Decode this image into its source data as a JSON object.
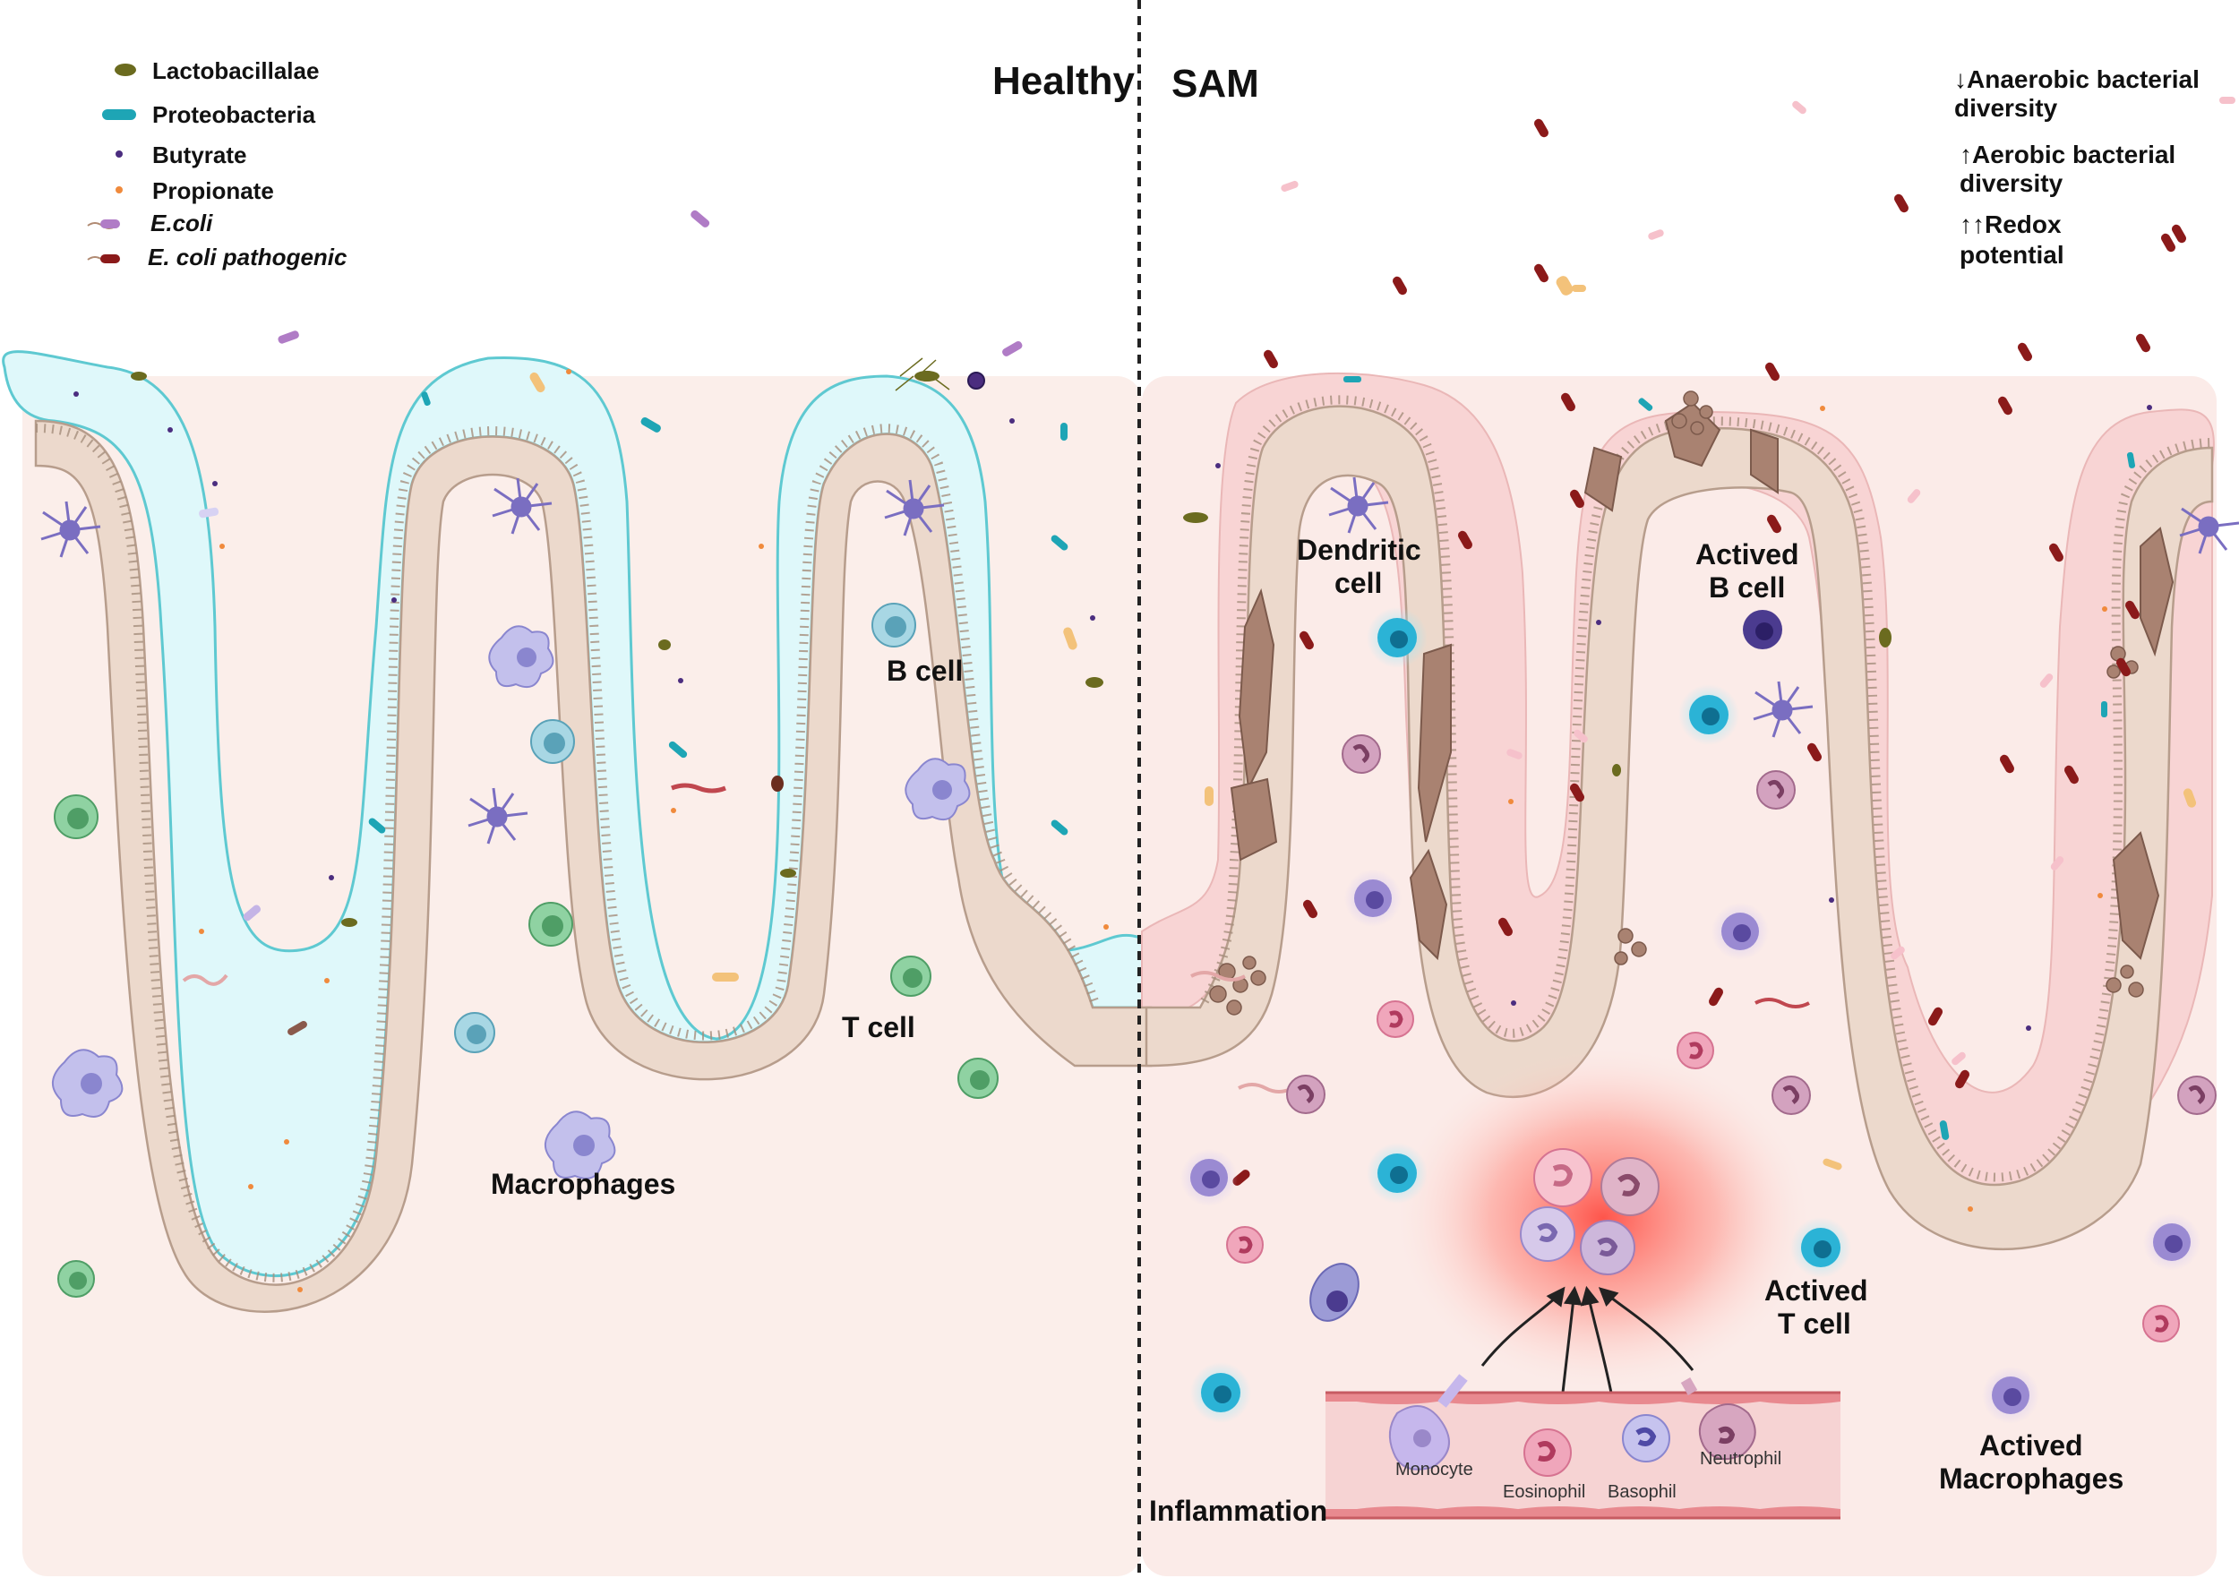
{
  "panels": {
    "left_title": "Healthy",
    "right_title": "SAM"
  },
  "legend": [
    {
      "label": "Lactobacillalae",
      "italic": false,
      "icon": "lactobacillales-icon",
      "color": "#6b6b1f"
    },
    {
      "label": "Proteobacteria",
      "italic": false,
      "icon": "proteobacteria-icon",
      "color": "#1ea5b5"
    },
    {
      "label": "Butyrate",
      "italic": false,
      "icon": "butyrate-dot-icon",
      "color": "#4b2d7f"
    },
    {
      "label": "Propionate",
      "italic": false,
      "icon": "propionate-dot-icon",
      "color": "#f08a3c"
    },
    {
      "label": "E.coli",
      "italic": true,
      "icon": "ecoli-icon",
      "color": "#b07cc6"
    },
    {
      "label": "E. coli  pathogenic",
      "italic": true,
      "icon": "ecoli-pathogenic-icon",
      "color": "#8b1a1a"
    }
  ],
  "notes": [
    {
      "line1": "↓Anaerobic bacterial",
      "line2": "diversity"
    },
    {
      "line1": "↑Aerobic bacterial",
      "line2": "diversity"
    },
    {
      "line1": "↑↑Redox",
      "line2": "potential"
    }
  ],
  "healthy_labels": {
    "b_cell": "B cell",
    "t_cell": "T cell",
    "macrophages": "Macrophages"
  },
  "sam_labels": {
    "dendritic_line1": "Dendritic",
    "dendritic_line2": "cell",
    "b_cell_line1": "Actived",
    "b_cell_line2": "B cell",
    "t_cell_line1": "Actived",
    "t_cell_line2": "T cell",
    "macrophages_line1": "Actived",
    "macrophages_line2": "Macrophages",
    "inflammation": "Inflammation"
  },
  "vessel_cells": {
    "monocyte": "Monocyte",
    "eosinophil": "Eosinophil",
    "basophil": "Basophil",
    "neutrophil": "Neutrophil"
  },
  "colors": {
    "tissue_bg": "#fbeeea",
    "mucus_healthy": "#dff8fa",
    "mucus_healthy_edge": "#5ec9d1",
    "mucus_sam": "#f8d4d4",
    "epithelium": "#ecd9cc",
    "damaged_cell": "#a98271",
    "t_cell": "#6fbf84",
    "b_cell": "#8ec9d8",
    "macrophage": "#a8a6dc",
    "dendritic": "#6e62b0",
    "activated_b": "#4b3b8f",
    "activated_t": "#2bb3d6",
    "pathogen": "#8b1a1a",
    "inflammation_glow": "#ff5a50",
    "vessel": "#f2a9a9"
  }
}
